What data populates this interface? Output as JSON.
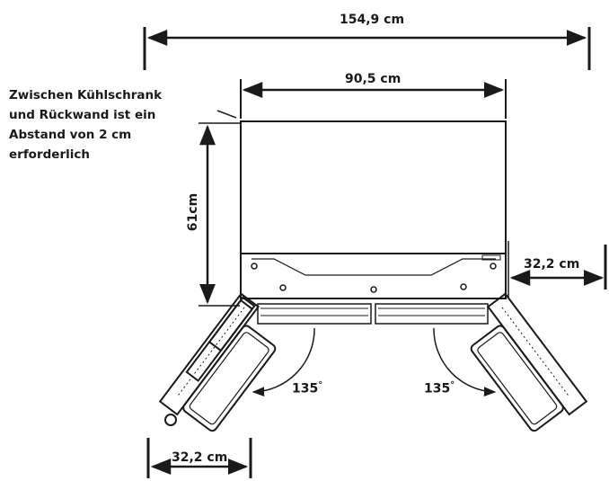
{
  "dimensions": {
    "total_width_open": "154,9 cm",
    "cabinet_width": "90,5 cm",
    "depth": "61cm",
    "right_door_clearance": "32,2 cm",
    "left_door_clearance": "32,2 cm"
  },
  "angles": {
    "left_door": "135",
    "right_door": "135",
    "degree_symbol": "°"
  },
  "note": {
    "lines": [
      "Zwischen Kühlschrank",
      "und Rückwand ist ein",
      "Abstand von 2 cm",
      "erforderlich"
    ]
  },
  "colors": {
    "line": "#1a1a1a",
    "background": "#ffffff"
  }
}
